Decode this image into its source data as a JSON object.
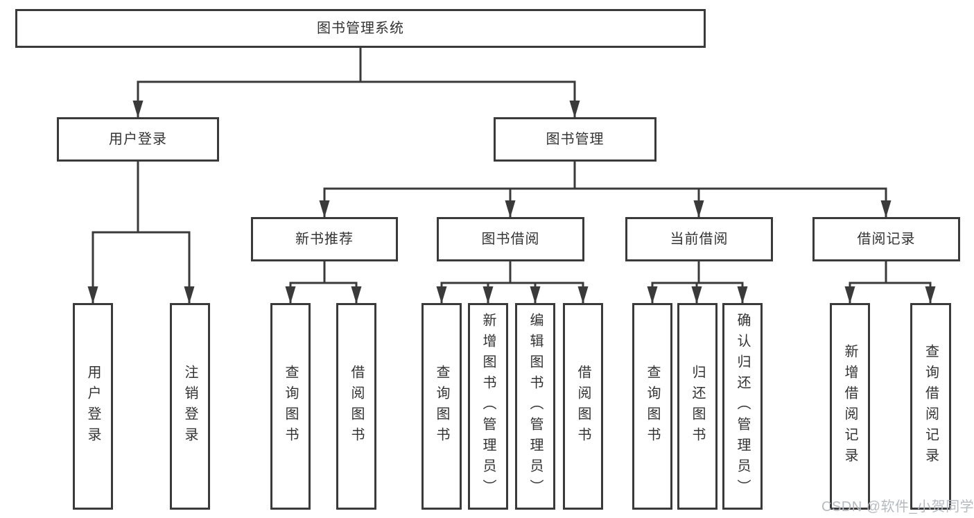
{
  "tree": {
    "label": "图书管理系统",
    "children": [
      {
        "label": "用户登录",
        "children": [
          {
            "label": "用户登录"
          },
          {
            "label": "注销登录"
          }
        ]
      },
      {
        "label": "图书管理",
        "children": [
          {
            "label": "新书推荐",
            "children": [
              {
                "label": "查询图书"
              },
              {
                "label": "借阅图书"
              }
            ]
          },
          {
            "label": "图书借阅",
            "children": [
              {
                "label": "查询图书"
              },
              {
                "label": "新增图书（管理员）"
              },
              {
                "label": "编辑图书（管理员）"
              },
              {
                "label": "借阅图书"
              }
            ]
          },
          {
            "label": "当前借阅",
            "children": [
              {
                "label": "查询图书"
              },
              {
                "label": "归还图书"
              },
              {
                "label": "确认归还（管理员）"
              }
            ]
          },
          {
            "label": "借阅记录",
            "children": [
              {
                "label": "新增借阅记录"
              },
              {
                "label": "查询借阅记录"
              }
            ]
          }
        ]
      }
    ]
  },
  "watermark": {
    "text": "CSDN @软件_小贺同学"
  },
  "colors": {
    "line": "#3a3a3a",
    "text": "#333333",
    "watermark": "#b5bac1",
    "background": "#ffffff"
  }
}
